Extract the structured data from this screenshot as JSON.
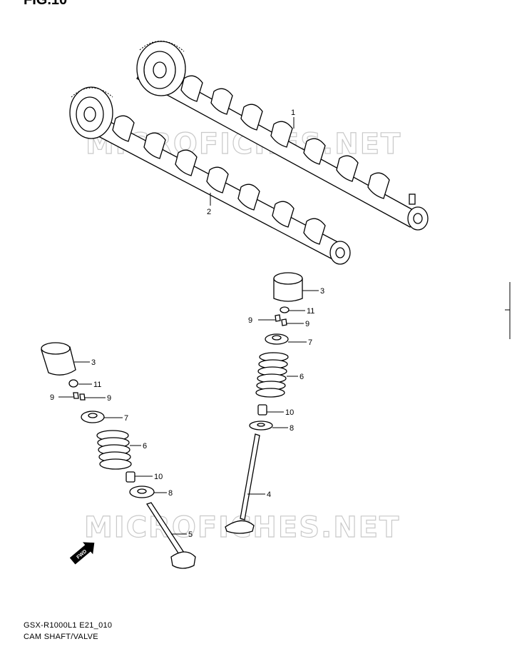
{
  "header": {
    "fig_text": "FIG.10"
  },
  "watermarks": [
    "MICROFICHES.NET",
    "MICROFICHES.NET"
  ],
  "fwd_label": "FWD",
  "labels": {
    "p1": "1",
    "p2": "2",
    "r3": "3",
    "r11": "11",
    "r9a": "9",
    "r9b": "9",
    "r7": "7",
    "r6": "6",
    "r10": "10",
    "r8": "8",
    "r4": "4",
    "l3": "3",
    "l11": "11",
    "l9a": "9",
    "l9b": "9",
    "l7": "7",
    "l6": "6",
    "l10": "10",
    "l8": "8",
    "l5": "5"
  },
  "footer": {
    "code": "GSX-R1000L1 E21_010",
    "title": "CAM SHAFT/VALVE"
  }
}
